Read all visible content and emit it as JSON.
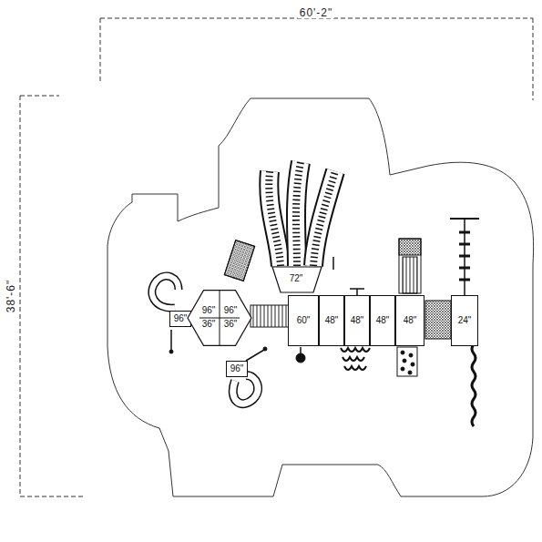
{
  "diagram": {
    "nodes": [
      {
        "text": [
          "96\""
        ]
      },
      {
        "text": [
          "96\"",
          "36\"",
          "96\"",
          "36\""
        ]
      },
      {
        "text": [
          "96\""
        ]
      },
      {
        "text": [
          "72\""
        ]
      },
      {
        "text": [
          "60\""
        ]
      },
      {
        "text": [
          "48\""
        ]
      },
      {
        "text": [
          "48\""
        ]
      },
      {
        "text": [
          "48\""
        ]
      },
      {
        "text": [
          "48\""
        ]
      },
      {
        "text": [
          "24\""
        ]
      }
    ],
    "labels": [
      "60'-2\"",
      "38'-6\""
    ]
  }
}
